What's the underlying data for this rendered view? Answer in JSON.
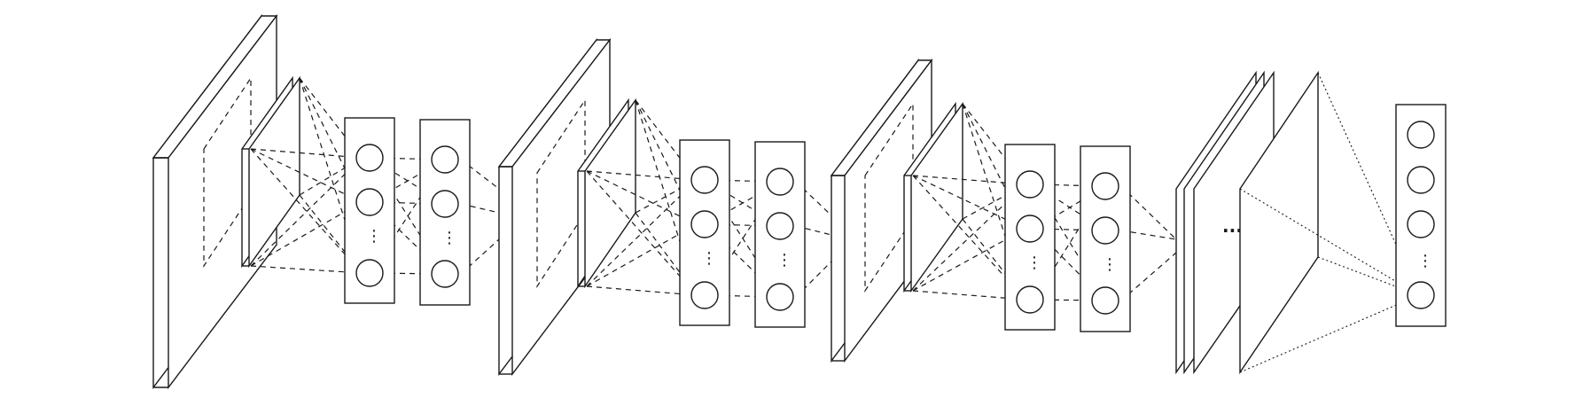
{
  "diagram": {
    "description_type": "convolutional-neural-network",
    "stages": [
      {
        "kind": "conv-block",
        "nodes_per_column": [
          3,
          3
        ],
        "ellipsis": "⋮"
      },
      {
        "kind": "conv-block",
        "nodes_per_column": [
          3,
          3
        ],
        "ellipsis": "⋮"
      },
      {
        "kind": "conv-block",
        "nodes_per_column": [
          3,
          3
        ],
        "ellipsis": "⋮"
      },
      {
        "kind": "stacked-feature-maps",
        "ellipsis": "..."
      },
      {
        "kind": "output-column",
        "nodes": 4,
        "ellipsis": "⋮"
      }
    ],
    "colors": {
      "stroke": "#1a1a1a",
      "background": "#ffffff"
    }
  }
}
